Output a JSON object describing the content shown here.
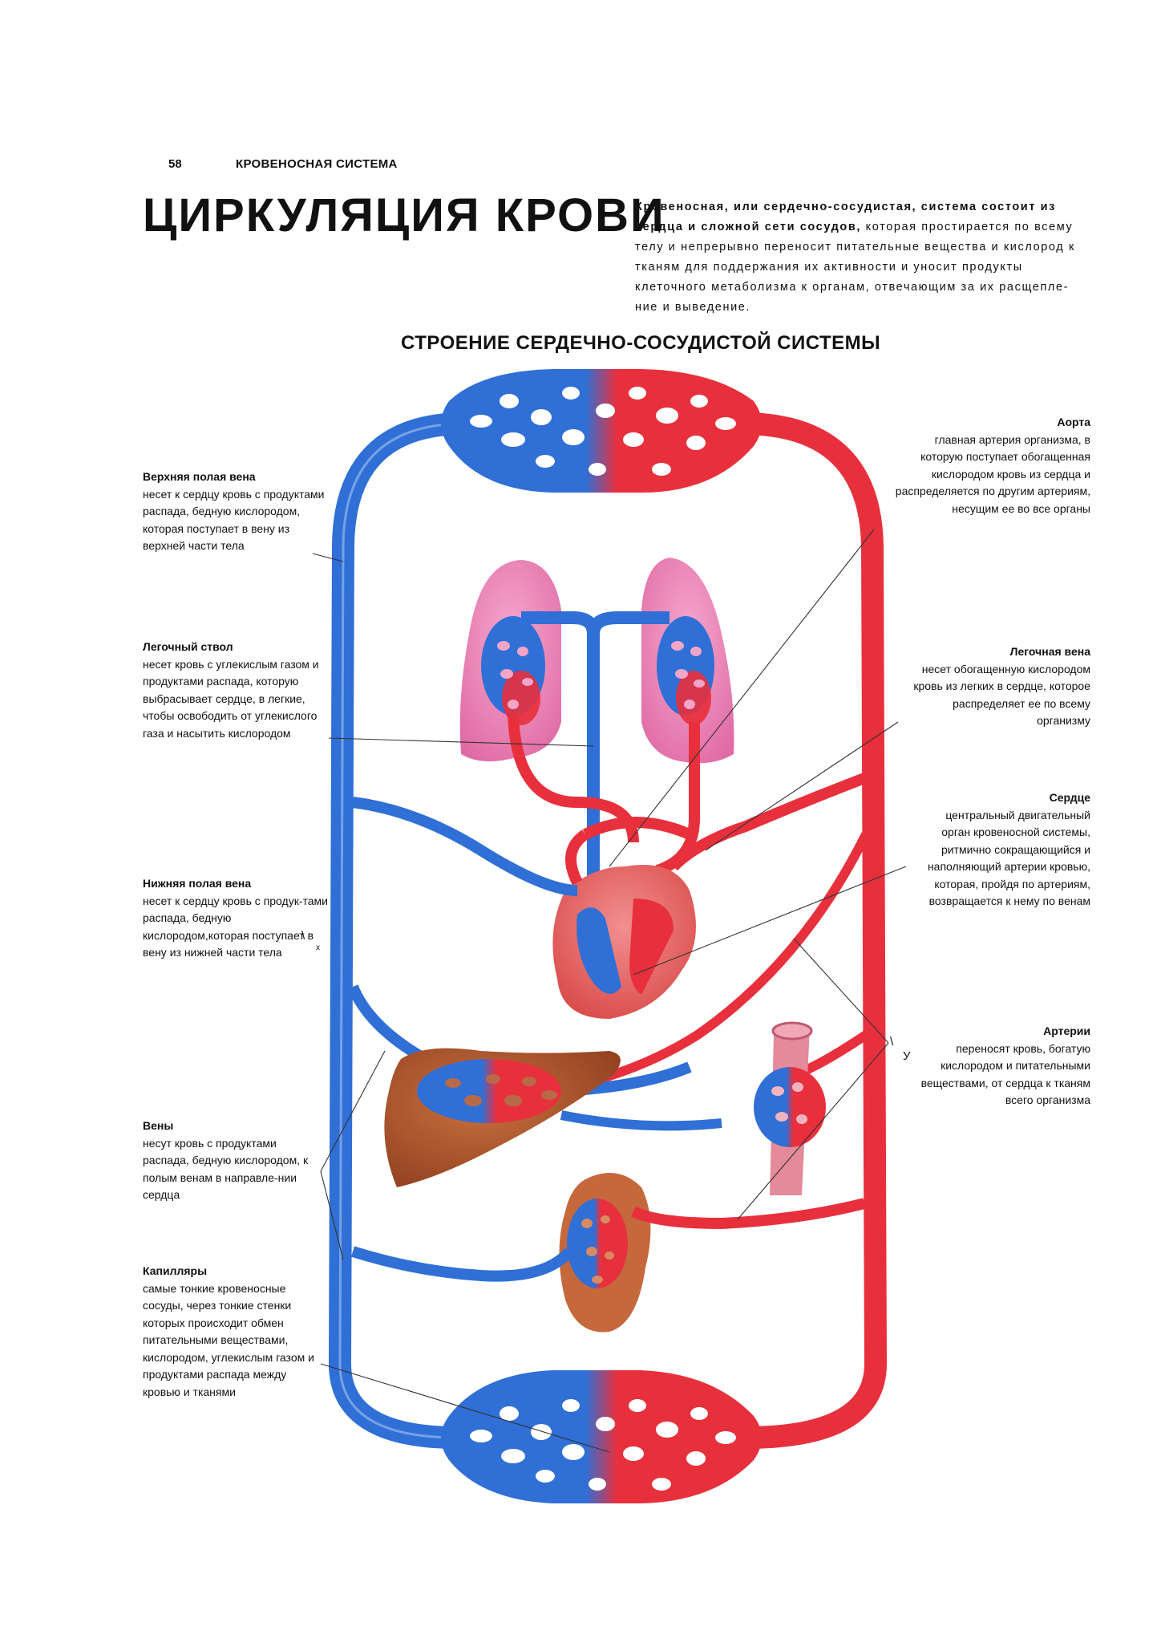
{
  "header": {
    "page_number": "58",
    "section": "КРОВЕНОСНАЯ СИСТЕМА",
    "title": "ЦИРКУЛЯЦИЯ КРОВИ"
  },
  "intro": {
    "bold": "Кровеносная, или сердечно-сосудистая, система состоит из сердца и сложной сети сосудов,",
    "text": " которая простирается по всему телу и непрерывно переносит питательные вещества и кислород к тканям для поддержания их активности и уносит продукты клеточного метаболизма к органам, отвечающим за их расщепле-ние и выведение."
  },
  "diagram": {
    "subtitle": "СТРОЕНИЕ СЕРДЕЧНО-СОСУДИСТОЙ СИСТЕМЫ",
    "colors": {
      "vein": "#2f6fd6",
      "artery": "#e8303c",
      "lung": "#e97bb0",
      "heart": "#e85a5a",
      "liver": "#a8502e",
      "kidney": "#b0552e"
    },
    "labels_left": [
      {
        "title": "Верхняя полая вена",
        "text": "несет к сердцу кровь с продуктами распада, бедную кислородом, которая поступает в вену из верхней части тела"
      },
      {
        "title": "Легочный ствол",
        "text": "несет кровь с углекислым газом и продуктами распада, которую выбрасывает сердце, в легкие, чтобы освободить от углекислого газа и насытить кислородом"
      },
      {
        "title": "Нижняя полая вена",
        "text": "несет к сердцу кровь с продук-тами распада, бедную кислородом,которая поступает в вену из нижней части тела"
      },
      {
        "title": "Вены",
        "text": "несут кровь с продуктами распада, бедную кислородом, к полым венам в направле-нии сердца"
      },
      {
        "title": "Капилляры",
        "text": "самые тонкие кровеносные сосуды, через тонкие стенки которых происходит обмен питательными веществами, кислородом, углекислым газом и продуктами распада между кровью и тканями"
      }
    ],
    "labels_right": [
      {
        "title": "Аорта",
        "text": "главная артерия организма, в которую поступает обогащенная кислородом кровь из сердца и распределяется по другим артериям, несущим ее во все органы"
      },
      {
        "title": "Легочная вена",
        "text": "несет обогащенную кислородом кровь из легких в сердце, которое распределяет ее по всему организму"
      },
      {
        "title": "Сердце",
        "text": "центральный двигательный орган кровеносной системы, ритмично сокращающийся и наполняющий артерии кровью, которая, пройдя по артериям, возвращается к нему по венам"
      },
      {
        "title": "Артерии",
        "text": "переносят кровь, богатую кислородом и питательными веществами, от сердца к тканям всего организма"
      }
    ],
    "stray_marks": [
      "\\",
      "x",
      "\\",
      "У"
    ]
  }
}
